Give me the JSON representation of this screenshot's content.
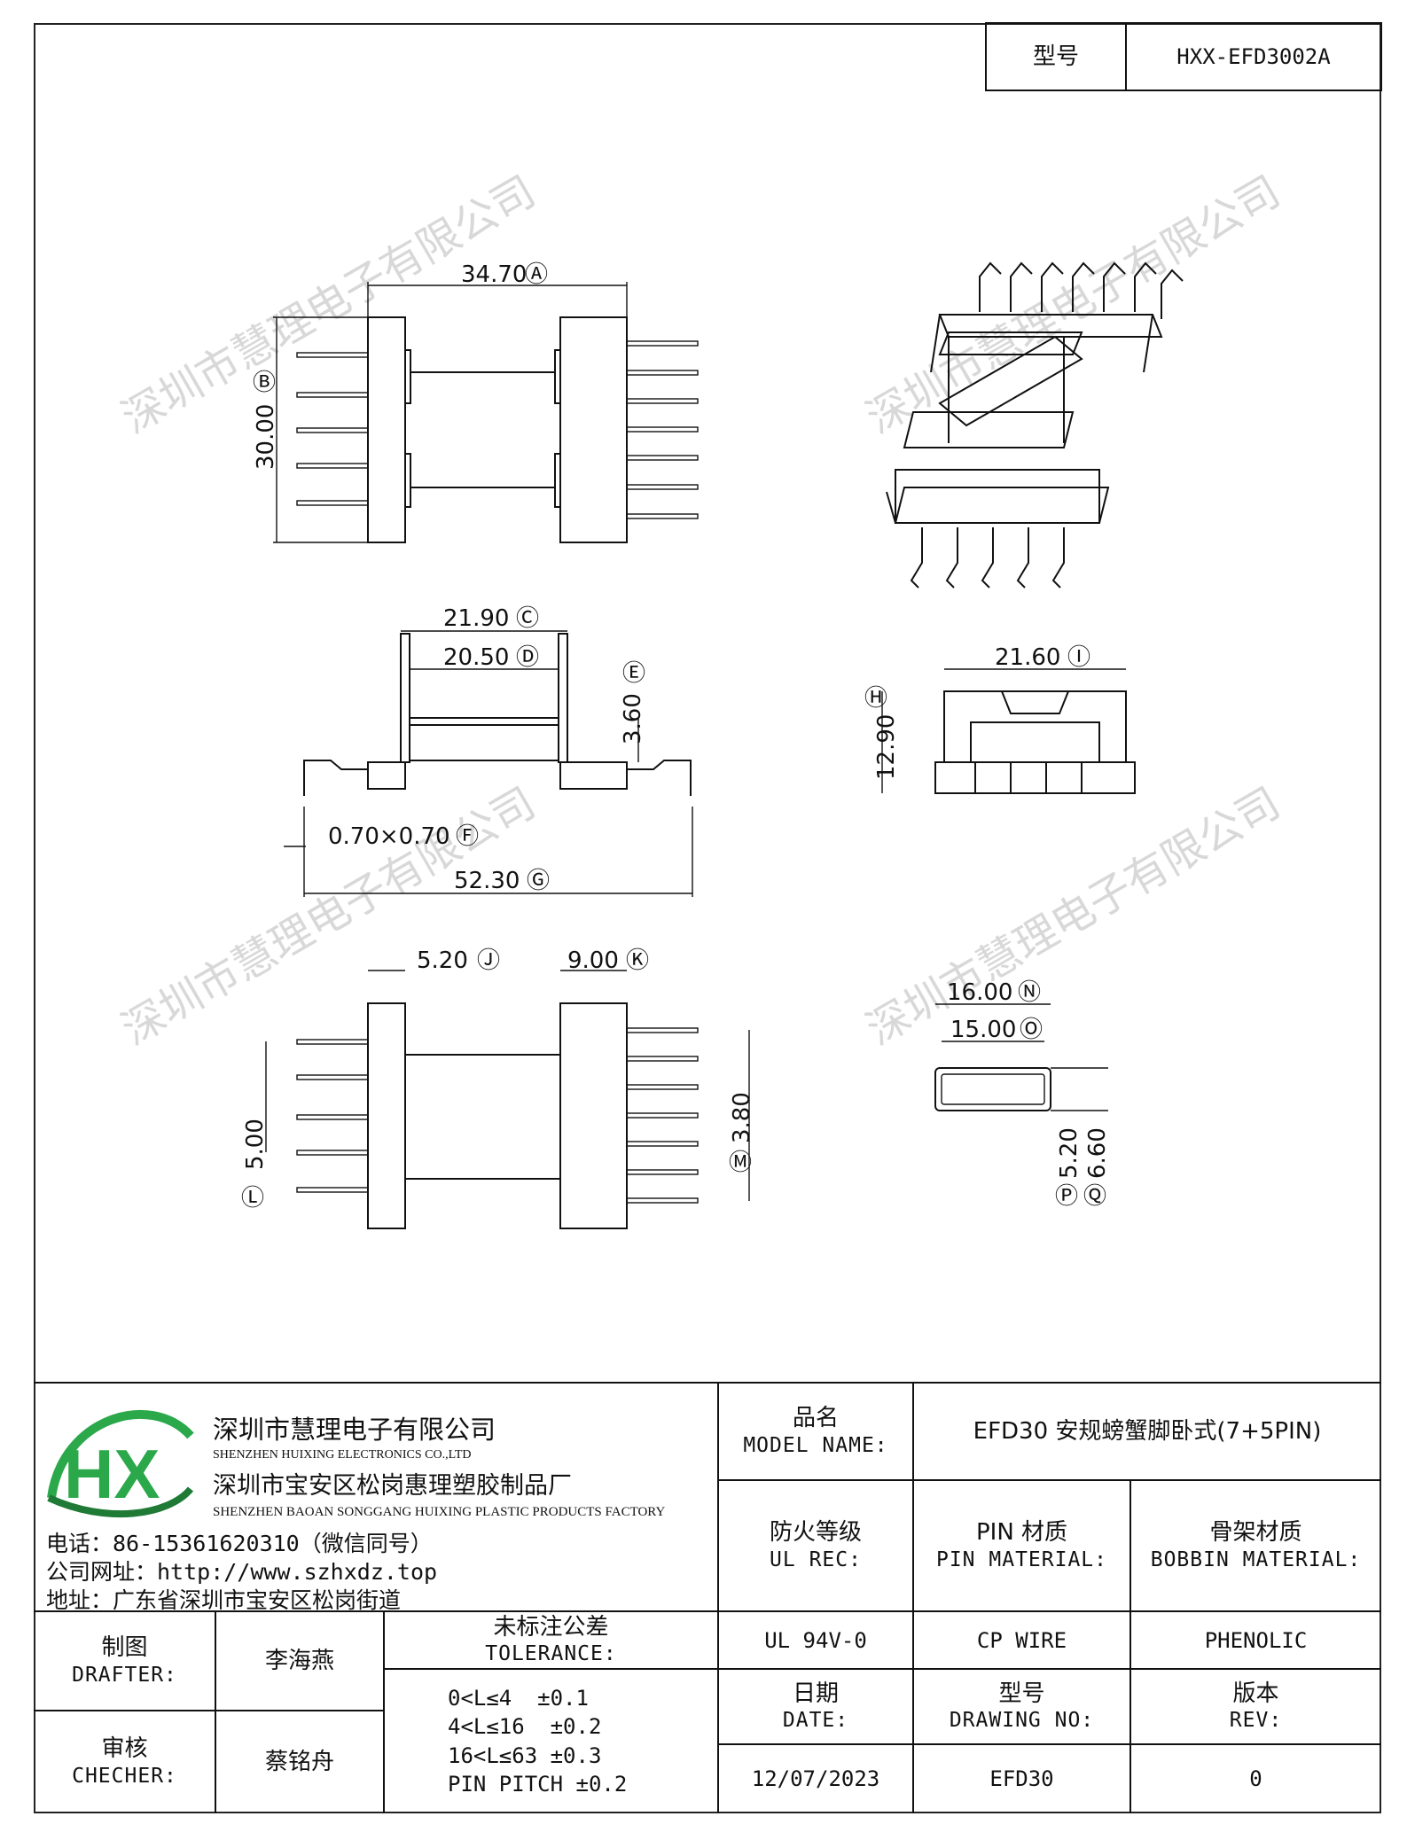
{
  "header": {
    "model_label": "型号",
    "model_value": "HXX-EFD3002A"
  },
  "dimensions": {
    "A": "34.70",
    "B": "30.00",
    "C": "21.90",
    "D": "20.50",
    "E": "3.60",
    "F": "0.70×0.70",
    "G": "52.30",
    "H": "12.90",
    "I": "21.60",
    "J": "5.20",
    "K": "9.00",
    "L": "5.00",
    "M": "3.80",
    "N": "16.00",
    "O": "15.00",
    "P": "5.20",
    "Q": "6.60"
  },
  "watermark": "深圳市慧理电子有限公司",
  "company": {
    "logo_text": "HX",
    "name_cn": "深圳市慧理电子有限公司",
    "name_en": "SHENZHEN HUIXING ELECTRONICS CO.,LTD",
    "factory_cn": "深圳市宝安区松岗惠理塑胶制品厂",
    "factory_en": "SHENZHEN BAOAN SONGGANG HUIXING PLASTIC PRODUCTS FACTORY",
    "phone": "电话：86-15361620310（微信同号）",
    "website": "公司网址：http://www.szhxdz.top",
    "address": "地址：广东省深圳市宝安区松岗街道"
  },
  "title_block": {
    "model_name_cn": "品名",
    "model_name_en": "MODEL NAME:",
    "model_name_value": "EFD30 安规螃蟹脚卧式(7+5PIN)",
    "ul_cn": "防火等级",
    "ul_en": "UL REC:",
    "pin_cn": "PIN 材质",
    "pin_en": "PIN MATERIAL:",
    "bobbin_cn": "骨架材质",
    "bobbin_en": "BOBBIN MATERIAL:",
    "ul_value": "UL 94V-0",
    "pin_value": "CP WIRE",
    "bobbin_value": "PHENOLIC",
    "drafter_cn": "制图",
    "drafter_en": "DRAFTER:",
    "drafter_value": "李海燕",
    "checker_cn": "审核",
    "checker_en": "CHECHER:",
    "checker_value": "蔡铭舟",
    "tolerance_cn": "未标注公差",
    "tolerance_en": "TOLERANCE:",
    "tolerances": [
      "0<L≤4  ±0.1",
      "4<L≤16  ±0.2",
      "16<L≤63 ±0.3",
      "PIN PITCH ±0.2"
    ],
    "date_cn": "日期",
    "date_en": "DATE:",
    "date_value": "12/07/2023",
    "drawing_cn": "型号",
    "drawing_en": "DRAWING NO:",
    "drawing_value": "EFD30",
    "rev_cn": "版本",
    "rev_en": "REV:",
    "rev_value": "0"
  }
}
